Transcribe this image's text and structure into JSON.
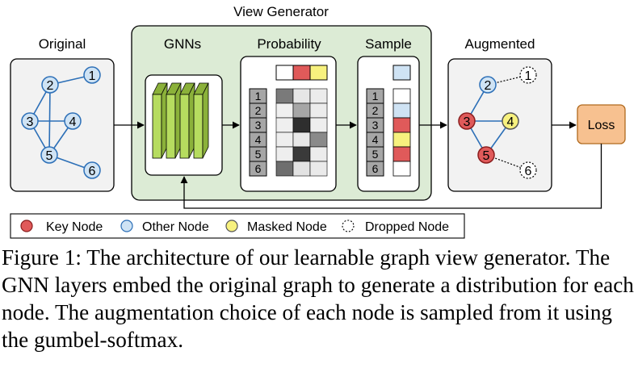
{
  "titles": {
    "view_generator": "View Generator",
    "original": "Original",
    "gnns": "GNNs",
    "probability": "Probability",
    "sample": "Sample",
    "augmented": "Augmented",
    "loss": "Loss"
  },
  "original_nodes": [
    "1",
    "2",
    "3",
    "4",
    "5",
    "6"
  ],
  "augmented_nodes": [
    "1",
    "2",
    "3",
    "4",
    "5",
    "6"
  ],
  "row_labels": [
    "1",
    "2",
    "3",
    "4",
    "5",
    "6"
  ],
  "legend": {
    "key": "Key Node",
    "other": "Other Node",
    "masked": "Masked Node",
    "dropped": "Dropped Node"
  },
  "colors": {
    "key": "#e05a5a",
    "other": "#cfe3f4",
    "masked": "#f7f17e",
    "gnn_green": "#b6dc5f",
    "generator_bg": "#dcebd5",
    "loss": "#f7c190",
    "panel_bg": "#f2f2f2"
  },
  "caption": "Figure 1: The architecture of our learnable graph view generator. The GNN layers embed the original graph to generate a distribution for each node. The augmentation choice of each node is sampled from it using the gumbel-softmax."
}
